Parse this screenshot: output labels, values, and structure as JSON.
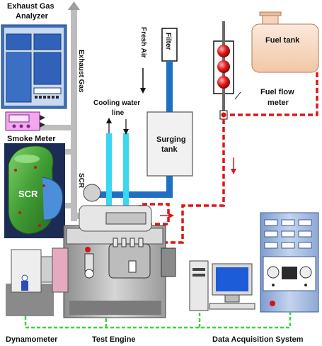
{
  "labels": {
    "exhaust_gas_analyzer_line1": "Exhaust Gas",
    "exhaust_gas_analyzer_line2": "Analyzer",
    "exhaust_gas": "Exhaust Gas",
    "fresh_air": "Fresh Air",
    "filter": "Filter",
    "fuel_tank": "Fuel tank",
    "fuel_flow_meter_line1": "Fuel flow",
    "fuel_flow_meter_line2": "meter",
    "cooling_water_line1": "Cooling water",
    "cooling_water_line2": "line",
    "surging_tank_line1": "Surging",
    "surging_tank_line2": "tank",
    "smoke_meter": "Smoke Meter",
    "scr_vertical": "SCR",
    "scr_device": "SCR",
    "dynamometer": "Dynamometer",
    "test_engine": "Test Engine",
    "data_acquisition_system": "Data Acquisition System"
  },
  "colors": {
    "exhaust_pipe": "#b9b9b9",
    "air_pipe": "#1f6fc2",
    "cooling_water": "#38d4ee",
    "fuel_line": "#e01515",
    "signal_line": "#39d139",
    "analyzer_panel": "#6b9ad6",
    "smoke_meter": "#f09af0",
    "scr_body": "#4aa63a",
    "fuel_tank": "#f8dcc8",
    "daq_cabinet": "#9fb7e0"
  }
}
